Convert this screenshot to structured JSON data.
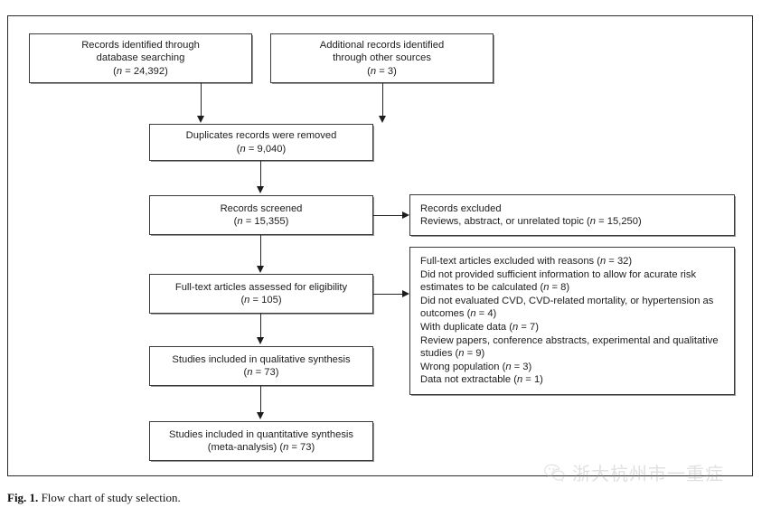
{
  "figure": {
    "caption_label": "Fig. 1.",
    "caption_text": " Flow chart of study selection.",
    "frame_color": "#2b2b2b"
  },
  "chart_data": {
    "type": "diagram",
    "title": "Flow chart of study selection",
    "diagram_kind": "PRISMA flow chart",
    "nodes": [
      {
        "id": "records-identified-database",
        "lines": [
          "Records identified through",
          "database searching",
          "(n = 24,392)"
        ],
        "count": 24392,
        "align": "center"
      },
      {
        "id": "additional-records-other-sources",
        "lines": [
          "Additional records identified",
          "through other sources",
          "(n = 3)"
        ],
        "count": 3,
        "align": "center"
      },
      {
        "id": "duplicates-removed",
        "lines": [
          "Duplicates records were removed",
          "(n = 9,040)"
        ],
        "count": 9040,
        "align": "center"
      },
      {
        "id": "records-screened",
        "lines": [
          "Records screened",
          "(n = 15,355)"
        ],
        "count": 15355,
        "align": "center"
      },
      {
        "id": "records-excluded",
        "lines": [
          "Records excluded",
          "Reviews, abstract, or unrelated topic (n = 15,250)"
        ],
        "count": 15250,
        "align": "left"
      },
      {
        "id": "fulltext-assessed",
        "lines": [
          "Full-text articles assessed for eligibility",
          "(n = 105)"
        ],
        "count": 105,
        "align": "center"
      },
      {
        "id": "fulltext-excluded",
        "lines": [
          "Full-text articles excluded with reasons (n = 32)",
          "Did not provided sufficient information to allow for acurate risk estimates to be calculated (n = 8)",
          "Did not evaluated CVD, CVD-related mortality, or hypertension as outcomes (n = 4)",
          "With duplicate data (n = 7)",
          "Review papers, conference abstracts, experimental and qualitative studies (n = 9)",
          "Wrong population (n = 3)",
          "Data not extractable (n = 1)"
        ],
        "count": 32,
        "align": "left"
      },
      {
        "id": "qualitative-synthesis",
        "lines": [
          "Studies included in qualitative synthesis",
          "(n = 73)"
        ],
        "count": 73,
        "align": "center"
      },
      {
        "id": "quantitative-synthesis",
        "lines": [
          "Studies included in quantitative synthesis",
          "(meta-analysis) (n = 73)"
        ],
        "count": 73,
        "align": "center"
      }
    ],
    "edges": [
      {
        "from": "records-identified-database",
        "to": "duplicates-removed",
        "direction": "down"
      },
      {
        "from": "additional-records-other-sources",
        "to": "duplicates-removed",
        "direction": "down"
      },
      {
        "from": "duplicates-removed",
        "to": "records-screened",
        "direction": "down"
      },
      {
        "from": "records-screened",
        "to": "records-excluded",
        "direction": "right"
      },
      {
        "from": "records-screened",
        "to": "fulltext-assessed",
        "direction": "down"
      },
      {
        "from": "fulltext-assessed",
        "to": "fulltext-excluded",
        "direction": "right"
      },
      {
        "from": "fulltext-assessed",
        "to": "qualitative-synthesis",
        "direction": "down"
      },
      {
        "from": "qualitative-synthesis",
        "to": "quantitative-synthesis",
        "direction": "down"
      }
    ]
  },
  "boxes": {
    "records_identified": {
      "line1": "Records identified through",
      "line2": "database searching",
      "line3_pre": "(",
      "line3_n": "n",
      "line3_post": " = 24,392)"
    },
    "additional_records": {
      "line1": "Additional records identified",
      "line2": "through other sources",
      "line3_pre": "(",
      "line3_n": "n",
      "line3_post": " = 3)"
    },
    "duplicates_removed": {
      "line1": "Duplicates records were removed",
      "line2_pre": "(",
      "line2_n": "n",
      "line2_post": " = 9,040)"
    },
    "records_screened": {
      "line1": "Records screened",
      "line2_pre": "(",
      "line2_n": "n",
      "line2_post": " = 15,355)"
    },
    "records_excluded": {
      "line1": "Records excluded",
      "line2_pre": "Reviews, abstract, or unrelated topic (",
      "line2_n": "n",
      "line2_post": " = 15,250)"
    },
    "fulltext_assessed": {
      "line1": "Full-text articles assessed for eligibility",
      "line2_pre": "(",
      "line2_n": "n",
      "line2_post": " = 105)"
    },
    "fulltext_excluded": {
      "r1_pre": "Full-text articles excluded with reasons (",
      "r1_n": "n",
      "r1_post": " = 32)",
      "r2_pre": "Did not provided sufficient information to allow for acurate risk estimates to be calculated (",
      "r2_n": "n",
      "r2_post": " = 8)",
      "r3_pre": "Did not evaluated CVD, CVD-related mortality, or hypertension as outcomes (",
      "r3_n": "n",
      "r3_post": " = 4)",
      "r4_pre": "With duplicate data (",
      "r4_n": "n",
      "r4_post": " = 7)",
      "r5_pre": "Review papers, conference abstracts, experimental and qualitative studies (",
      "r5_n": "n",
      "r5_post": " = 9)",
      "r6_pre": "Wrong population (",
      "r6_n": "n",
      "r6_post": " = 3)",
      "r7_pre": "Data not extractable (",
      "r7_n": "n",
      "r7_post": " = 1)"
    },
    "qualitative": {
      "line1": "Studies included in qualitative synthesis",
      "line2_pre": "(",
      "line2_n": "n",
      "line2_post": " = 73)"
    },
    "quantitative": {
      "line1": "Studies included in quantitative synthesis",
      "line2_pre": "(meta-analysis) (",
      "line2_n": "n",
      "line2_post": " = 73)"
    }
  },
  "watermark": {
    "icon": "wechat-icon",
    "text": "浙大杭州市一重症"
  }
}
